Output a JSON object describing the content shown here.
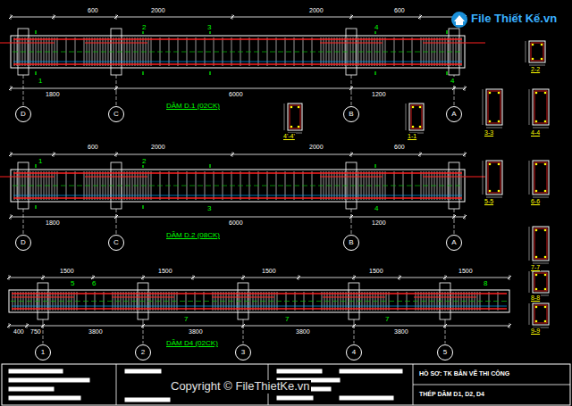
{
  "diagram": {
    "nodes": [
      {
        "text": [
          "D"
        ]
      },
      {
        "text": [
          "C"
        ]
      },
      {
        "text": [
          "B"
        ]
      },
      {
        "text": [
          "A"
        ]
      },
      {
        "text": [
          "D"
        ]
      },
      {
        "text": [
          "C"
        ]
      },
      {
        "text": [
          "B"
        ]
      },
      {
        "text": [
          "A"
        ]
      },
      {
        "text": [
          "1"
        ]
      },
      {
        "text": [
          "2"
        ]
      },
      {
        "text": [
          "3"
        ]
      },
      {
        "text": [
          "4"
        ]
      },
      {
        "text": [
          "5"
        ]
      }
    ],
    "labels": [
      "600",
      "2000",
      "2000",
      "600",
      "1",
      "2",
      "3",
      "4",
      "4",
      "1800",
      "6000",
      "1200",
      "DẦM D.1 (02CK)",
      "600",
      "2000",
      "2000",
      "600",
      "1",
      "2",
      "3",
      "4",
      "1800",
      "6000",
      "1200",
      "DẦM D.2 (08CK)",
      "1500",
      "1500",
      "1500",
      "1500",
      "1500",
      "5",
      "6",
      "7",
      "7",
      "7",
      "8",
      "400",
      "750",
      "3800",
      "3800",
      "3800",
      "3800",
      "DẦM D4 (02CK)",
      "2-2",
      "3-3",
      "4-4",
      "1-1",
      "4'-4'",
      "5-5",
      "6-6",
      "7-7",
      "8-8",
      "9-9",
      "HỒ SƠ: TK BẢN VẼ THI CÔNG",
      "THÉP DẦM D1, D2, D4",
      "Copyright © FileThietKe.vn",
      "File Thiết Kế.vn"
    ]
  }
}
